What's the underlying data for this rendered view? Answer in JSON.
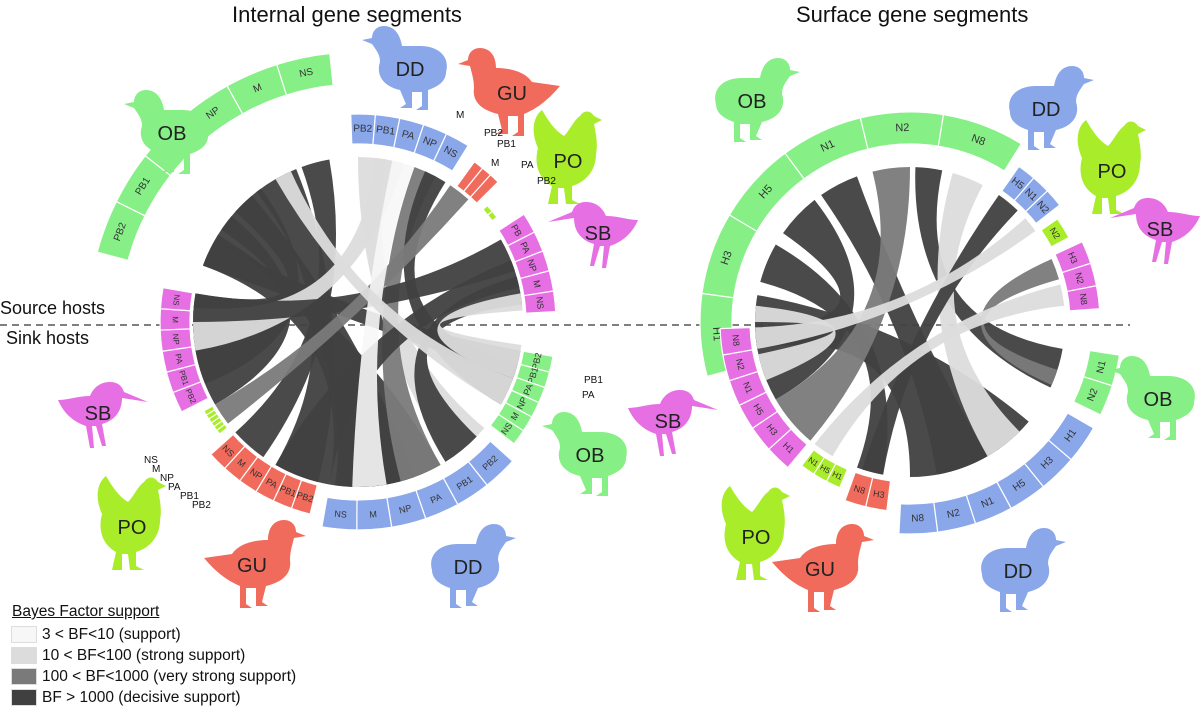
{
  "titles": {
    "internal": "Internal gene segments",
    "surface": "Surface gene segments"
  },
  "sides": {
    "source": "Source hosts",
    "sink": "Sink hosts"
  },
  "colors": {
    "OB": "#86ef86",
    "DD": "#8aa7ea",
    "GU": "#f06b5c",
    "PO": "#a8ec2a",
    "SB": "#e66fe3",
    "bf_support": "#f7f7f7",
    "bf_strong": "#dcdcdc",
    "bf_very_strong": "#7a7a7a",
    "bf_decisive": "#404040"
  },
  "legend": {
    "title": "Bayes Factor support",
    "items": [
      {
        "label": "3 < BF<10 (support)",
        "color": "#f7f7f7"
      },
      {
        "label": "10 < BF<100 (strong support)",
        "color": "#dcdcdc"
      },
      {
        "label": "100 < BF<1000 (very strong support)",
        "color": "#7a7a7a"
      },
      {
        "label": "BF > 1000 (decisive support)",
        "color": "#404040"
      }
    ]
  },
  "hosts": [
    "OB",
    "DD",
    "GU",
    "PO",
    "SB",
    "SB",
    "OB",
    "DD",
    "GU",
    "PO",
    "OB",
    "DD",
    "PO",
    "SB",
    "SB",
    "OB",
    "DD",
    "GU",
    "PO"
  ],
  "internal": {
    "source": [
      {
        "host": "OB",
        "segments": [
          "PB2",
          "PB1",
          "PA",
          "NP",
          "M",
          "NS"
        ]
      },
      {
        "host": "DD",
        "segments": [
          "PB2",
          "PB1",
          "PA",
          "NP",
          "NS"
        ]
      },
      {
        "host": "GU",
        "segments": [
          "PB2",
          "PB1",
          "M"
        ]
      },
      {
        "host": "PO",
        "segments": [
          "PA",
          "PB2"
        ]
      },
      {
        "host": "SB",
        "segments": [
          "PB",
          "PA",
          "NP",
          "M",
          "NS"
        ]
      }
    ],
    "sink": [
      {
        "host": "OB",
        "segments": [
          "PB2",
          "PB1",
          "PA",
          "NP",
          "M",
          "NS"
        ]
      },
      {
        "host": "DD",
        "segments": [
          "PB2",
          "PB1",
          "PA",
          "NP",
          "M",
          "NS"
        ]
      },
      {
        "host": "GU",
        "segments": [
          "PB2",
          "PB1",
          "PA",
          "NP",
          "M",
          "NS"
        ]
      },
      {
        "host": "PO",
        "segments": [
          "PB2",
          "PB1",
          "PA",
          "NP",
          "M",
          "NS"
        ]
      },
      {
        "host": "SB",
        "segments": [
          "PB2",
          "PB1",
          "PA",
          "NP",
          "M",
          "NS"
        ]
      }
    ],
    "ext_labels": [
      "M",
      "PB2",
      "PB1",
      "M",
      "PA",
      "PB2",
      "PB1",
      "PA",
      "NS",
      "M",
      "NP",
      "PA",
      "PB1",
      "PB2"
    ]
  },
  "surface": {
    "source": [
      {
        "host": "OB",
        "segments": [
          "H1",
          "H3",
          "H5",
          "N1",
          "N2",
          "N8"
        ]
      },
      {
        "host": "DD",
        "segments": [
          "H5",
          "N1",
          "N2"
        ]
      },
      {
        "host": "PO",
        "segments": [
          "N2"
        ]
      },
      {
        "host": "SB",
        "segments": [
          "H3",
          "N2",
          "N8"
        ]
      }
    ],
    "sink": [
      {
        "host": "OB",
        "segments": [
          "N1",
          "N2"
        ]
      },
      {
        "host": "DD",
        "segments": [
          "H1",
          "H3",
          "H5",
          "N1",
          "N2",
          "N8"
        ]
      },
      {
        "host": "GU",
        "segments": [
          "H3",
          "N8"
        ]
      },
      {
        "host": "PO",
        "segments": [
          "H1",
          "H5",
          "N1"
        ]
      },
      {
        "host": "SB",
        "segments": [
          "H1",
          "H3",
          "H5",
          "N1",
          "N2",
          "N8"
        ]
      }
    ]
  }
}
